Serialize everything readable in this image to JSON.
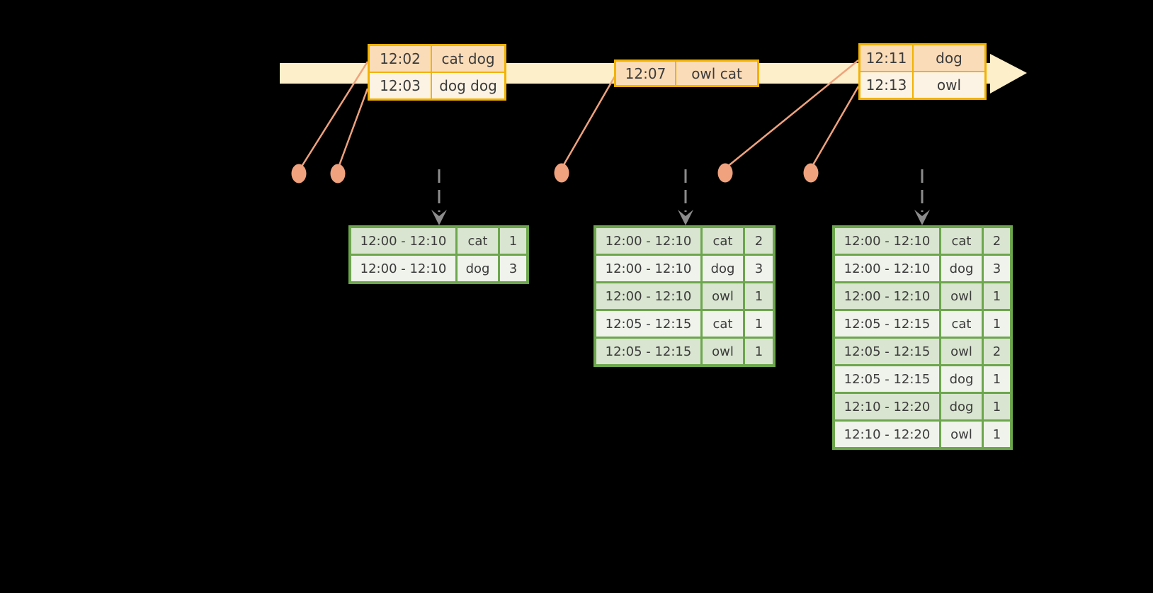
{
  "colors": {
    "background": "#000000",
    "timeline_fill": "#FCEFC9",
    "event_border": "#F2B200",
    "event_row_dark": "#FADCB8",
    "event_row_light": "#FDF3E4",
    "connector": "#EFA27D",
    "trigger_arrow": "#8C8C8C",
    "result_border": "#6CA64D",
    "result_row_dark": "#D9E5D0",
    "result_row_light": "#EFF3EB",
    "text": "#3B3B3B"
  },
  "timeline": {
    "event_tables": [
      {
        "rows": [
          [
            "12:02",
            "cat dog"
          ],
          [
            "12:03",
            "dog dog"
          ]
        ]
      },
      {
        "rows": [
          [
            "12:07",
            "owl cat"
          ]
        ]
      },
      {
        "rows": [
          [
            "12:11",
            "dog"
          ],
          [
            "12:13",
            "owl"
          ]
        ]
      }
    ]
  },
  "result_tables": [
    {
      "rows": [
        [
          "12:00 - 12:10",
          "cat",
          "1"
        ],
        [
          "12:00 - 12:10",
          "dog",
          "3"
        ]
      ]
    },
    {
      "rows": [
        [
          "12:00 - 12:10",
          "cat",
          "2"
        ],
        [
          "12:00 - 12:10",
          "dog",
          "3"
        ],
        [
          "12:00 - 12:10",
          "owl",
          "1"
        ],
        [
          "12:05 - 12:15",
          "cat",
          "1"
        ],
        [
          "12:05 - 12:15",
          "owl",
          "1"
        ]
      ]
    },
    {
      "rows": [
        [
          "12:00 - 12:10",
          "cat",
          "2"
        ],
        [
          "12:00 - 12:10",
          "dog",
          "3"
        ],
        [
          "12:00 - 12:10",
          "owl",
          "1"
        ],
        [
          "12:05 - 12:15",
          "cat",
          "1"
        ],
        [
          "12:05 - 12:15",
          "owl",
          "2"
        ],
        [
          "12:05 - 12:15",
          "dog",
          "1"
        ],
        [
          "12:10 - 12:20",
          "dog",
          "1"
        ],
        [
          "12:10 - 12:20",
          "owl",
          "1"
        ]
      ]
    }
  ]
}
